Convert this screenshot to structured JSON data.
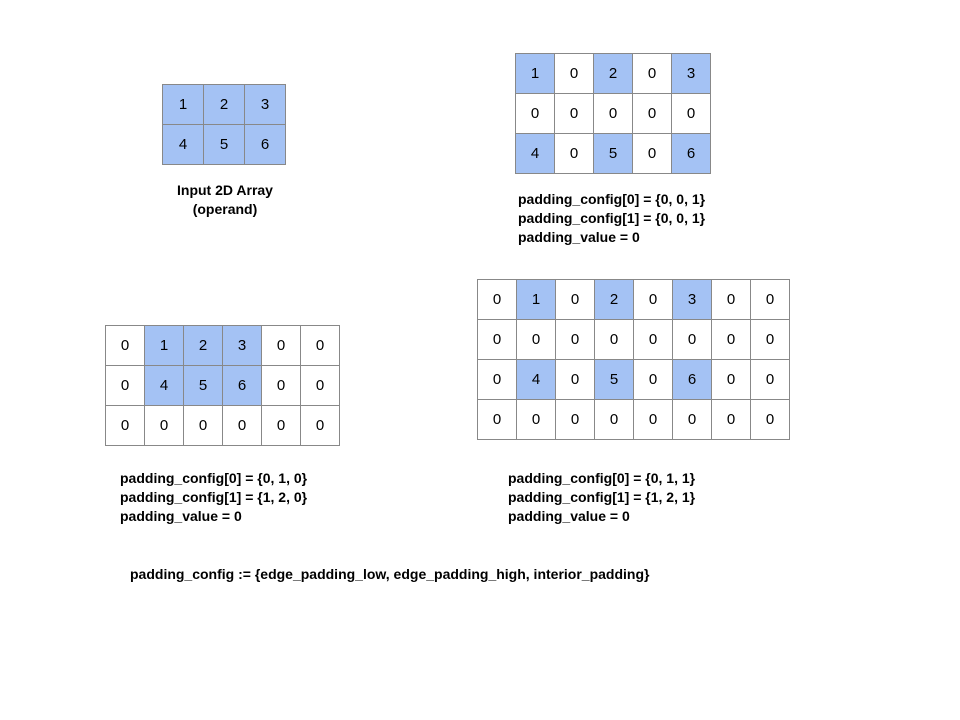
{
  "colors": {
    "highlight": "#a4c2f4",
    "border": "#888888",
    "text": "#000000"
  },
  "figure": {
    "input": {
      "cells": [
        [
          "1",
          "2",
          "3"
        ],
        [
          "4",
          "5",
          "6"
        ]
      ],
      "highlight": [
        [
          1,
          1,
          1
        ],
        [
          1,
          1,
          1
        ]
      ],
      "caption": [
        "Input 2D Array",
        "(operand)"
      ]
    },
    "interior_pad": {
      "cells": [
        [
          "1",
          "0",
          "2",
          "0",
          "3"
        ],
        [
          "0",
          "0",
          "0",
          "0",
          "0"
        ],
        [
          "4",
          "0",
          "5",
          "0",
          "6"
        ]
      ],
      "highlight": [
        [
          1,
          0,
          1,
          0,
          1
        ],
        [
          0,
          0,
          0,
          0,
          0
        ],
        [
          1,
          0,
          1,
          0,
          1
        ]
      ],
      "labels": [
        "padding_config[0] = {0, 0, 1}",
        "padding_config[1] = {0, 0, 1}",
        "padding_value = 0"
      ]
    },
    "edge_pad": {
      "cells": [
        [
          "0",
          "1",
          "2",
          "3",
          "0",
          "0"
        ],
        [
          "0",
          "4",
          "5",
          "6",
          "0",
          "0"
        ],
        [
          "0",
          "0",
          "0",
          "0",
          "0",
          "0"
        ]
      ],
      "highlight": [
        [
          0,
          1,
          1,
          1,
          0,
          0
        ],
        [
          0,
          1,
          1,
          1,
          0,
          0
        ],
        [
          0,
          0,
          0,
          0,
          0,
          0
        ]
      ],
      "labels": [
        "padding_config[0] = {0, 1, 0}",
        "padding_config[1] = {1, 2, 0}",
        "padding_value = 0"
      ]
    },
    "combined_pad": {
      "cells": [
        [
          "0",
          "1",
          "0",
          "2",
          "0",
          "3",
          "0",
          "0"
        ],
        [
          "0",
          "0",
          "0",
          "0",
          "0",
          "0",
          "0",
          "0"
        ],
        [
          "0",
          "4",
          "0",
          "5",
          "0",
          "6",
          "0",
          "0"
        ],
        [
          "0",
          "0",
          "0",
          "0",
          "0",
          "0",
          "0",
          "0"
        ]
      ],
      "highlight": [
        [
          0,
          1,
          0,
          1,
          0,
          1,
          0,
          0
        ],
        [
          0,
          0,
          0,
          0,
          0,
          0,
          0,
          0
        ],
        [
          0,
          1,
          0,
          1,
          0,
          1,
          0,
          0
        ],
        [
          0,
          0,
          0,
          0,
          0,
          0,
          0,
          0
        ]
      ],
      "labels": [
        "padding_config[0] = {0, 1, 1}",
        "padding_config[1] = {1, 2, 1}",
        "padding_value = 0"
      ]
    },
    "formula": "padding_config := {edge_padding_low, edge_padding_high, interior_padding}"
  }
}
